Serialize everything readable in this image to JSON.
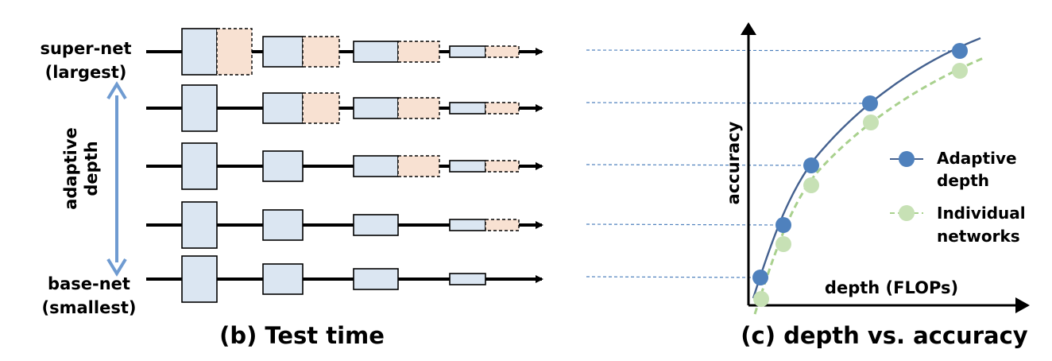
{
  "panel_b": {
    "caption": "(b) Test time",
    "super_net": [
      "super-net",
      "(largest)"
    ],
    "base_net": [
      "base-net",
      "(smallest)"
    ],
    "adaptive": [
      "adaptive",
      "depth"
    ],
    "rows": [
      {
        "active": [
          true,
          true,
          true,
          true
        ],
        "extra": [
          true,
          true,
          true,
          true
        ]
      },
      {
        "active": [
          true,
          true,
          true,
          true
        ],
        "extra": [
          false,
          true,
          true,
          true
        ]
      },
      {
        "active": [
          true,
          true,
          true,
          true
        ],
        "extra": [
          false,
          false,
          true,
          true
        ]
      },
      {
        "active": [
          true,
          true,
          true,
          true
        ],
        "extra": [
          false,
          false,
          false,
          true
        ]
      },
      {
        "active": [
          true,
          true,
          true,
          true
        ],
        "extra": [
          false,
          false,
          false,
          false
        ]
      }
    ],
    "colors": {
      "block": "#dbe6f2",
      "extra": "#f8e1d2",
      "arrow": "#6f9bd1"
    }
  },
  "panel_c": {
    "caption": "(c) depth vs. accuracy",
    "ylabel": "accuracy",
    "xlabel": "depth  (FLOPs)",
    "legend": [
      {
        "label": [
          "Adaptive",
          "depth"
        ],
        "color": "#4f81bd"
      },
      {
        "label": [
          "Individual",
          "networks"
        ],
        "color": "#c7e1b5"
      }
    ],
    "series": [
      {
        "name": "Adaptive depth",
        "color": "#4f81bd",
        "line": "#44618f",
        "points": 5
      },
      {
        "name": "Individual networks",
        "color": "#c7e1b5",
        "line": "#a9d18e",
        "points": 5
      }
    ]
  }
}
